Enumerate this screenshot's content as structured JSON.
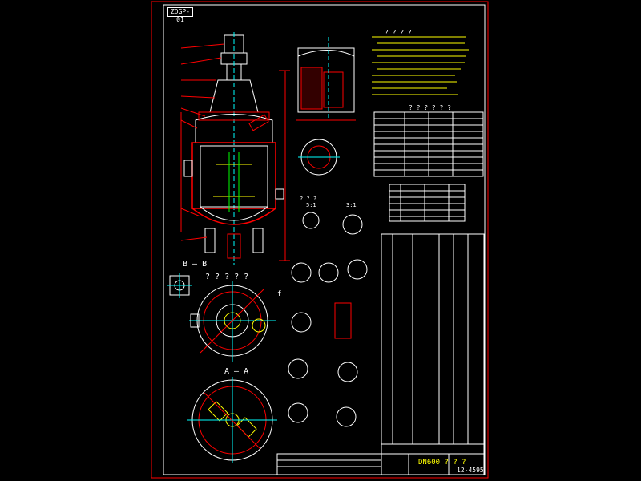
{
  "drawing": {
    "top_label": "ZDGP-01",
    "section_bb_label": "B — B",
    "section_aa_label": "A — A",
    "view_title": "? ? ? ? ?",
    "notes_title": "? ? ? ?",
    "tech_table_title": "? ? ? ? ? ?",
    "scale_labels": [
      "? ? ?",
      "5:1",
      "3:1"
    ],
    "title_block_name": "DN600 ? ? ?",
    "drawing_number": "12-4595",
    "letter_f": "f"
  },
  "colors": {
    "border": "#ff0000",
    "outline": "#ffffff",
    "hatch": "#ff0000",
    "dimension": "#00ff00",
    "centerline": "#00ffff",
    "accent": "#ffff00",
    "magenta": "#ff00ff"
  }
}
